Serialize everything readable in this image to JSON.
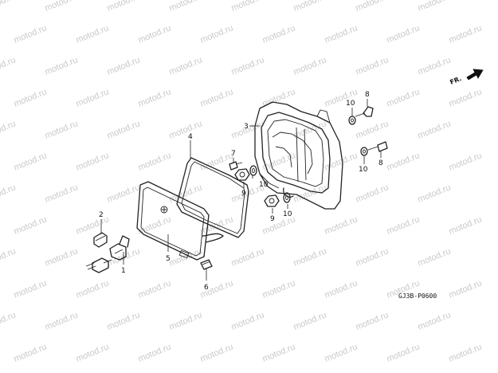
{
  "watermark": {
    "text": "motod.ru"
  },
  "direction_indicator": {
    "label": "FR."
  },
  "diagram_code": "GJ3B-P0600",
  "callouts": {
    "c1": "1",
    "c2": "2",
    "c3": "3",
    "c4": "4",
    "c5": "5",
    "c6": "6",
    "c7": "7",
    "c8a": "8",
    "c8b": "8",
    "c9a": "9",
    "c9b": "9",
    "c10a": "10",
    "c10b": "10",
    "c10c": "10",
    "c10d": "10"
  }
}
